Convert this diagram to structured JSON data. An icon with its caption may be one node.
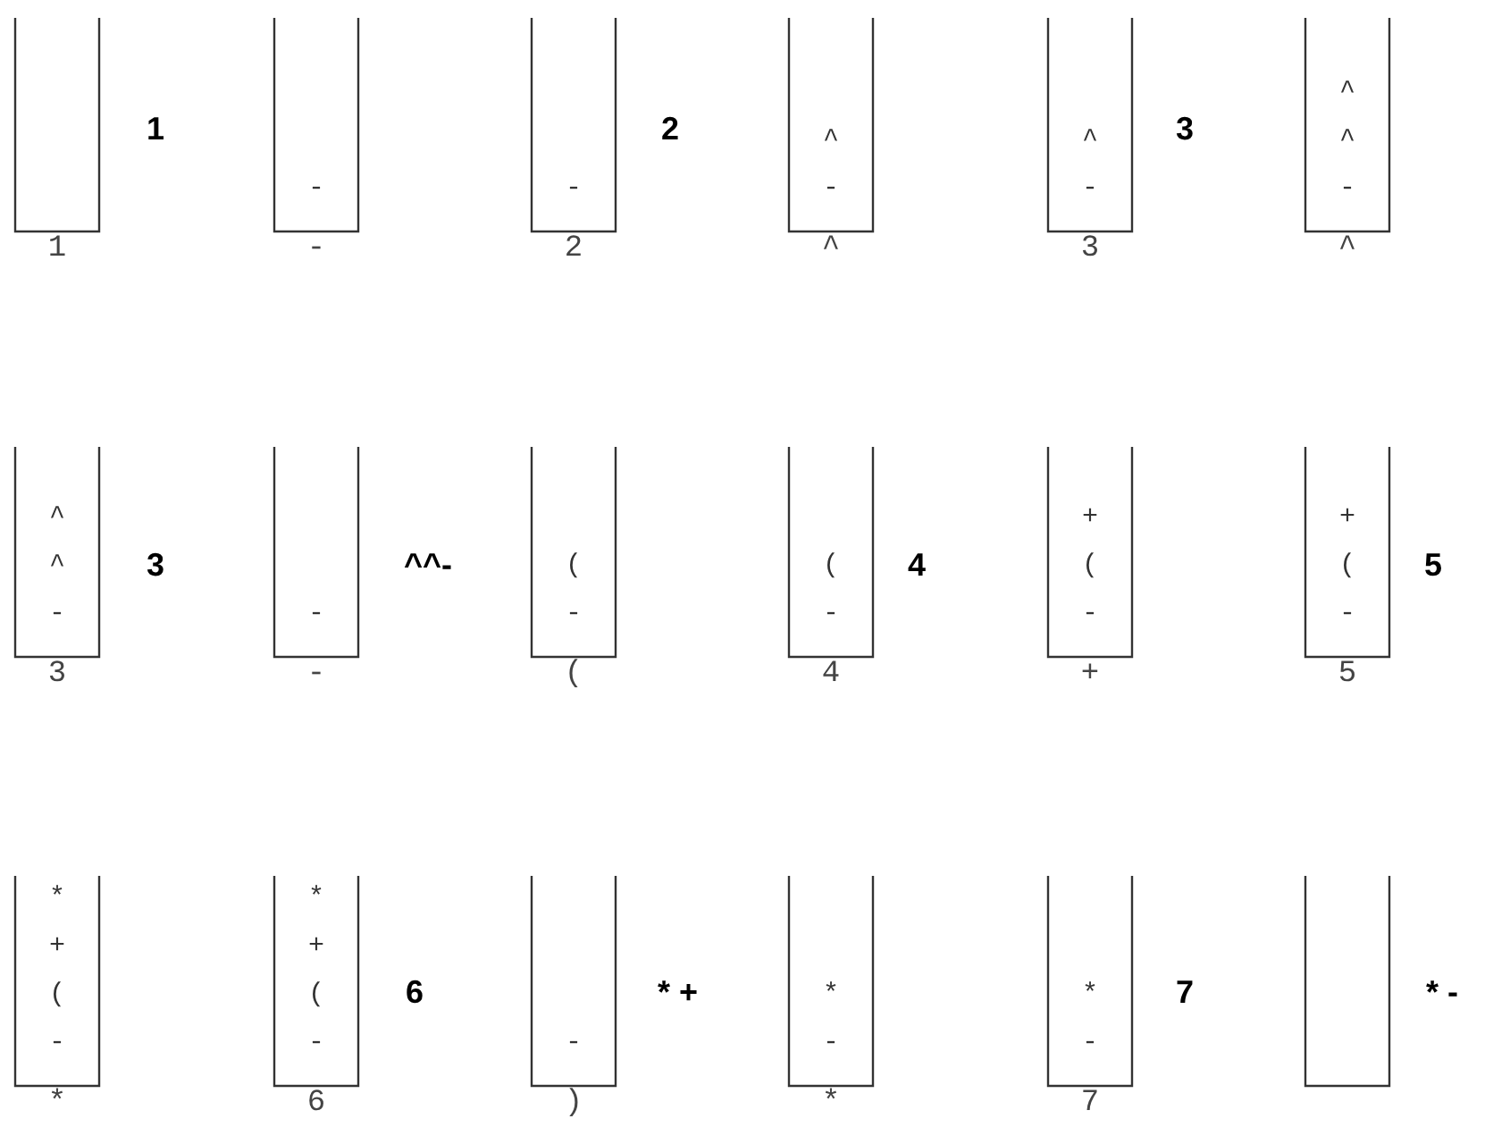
{
  "diagram": {
    "nodes": [
      {
        "text": [],
        "shape": "box"
      },
      {
        "text": [
          "-"
        ]
      },
      {
        "text": [
          "-"
        ]
      },
      {
        "text": [
          "^",
          "-"
        ]
      },
      {
        "text": [
          "^",
          "-"
        ]
      },
      {
        "text": [
          "^",
          "^",
          "-"
        ]
      },
      {
        "text": [
          "^",
          "^",
          "-"
        ]
      },
      {
        "text": [
          "-"
        ]
      },
      {
        "text": [
          "(",
          "-"
        ]
      },
      {
        "text": [
          "(",
          "-"
        ]
      },
      {
        "text": [
          "+",
          "(",
          "-"
        ]
      },
      {
        "text": [
          "+",
          "(",
          "-"
        ]
      },
      {
        "text": [
          "*",
          "+",
          "(",
          "-"
        ]
      },
      {
        "text": [
          "*",
          "+",
          "(",
          "-"
        ]
      },
      {
        "text": [
          "-"
        ]
      },
      {
        "text": [
          "*",
          "-"
        ]
      },
      {
        "text": [
          "*",
          "-"
        ]
      },
      {
        "text": [],
        "shape": "box"
      }
    ],
    "labels": [
      "1",
      "2",
      "3",
      "1",
      "-",
      "2",
      "^",
      "3",
      "^",
      "3",
      "^^-",
      "4",
      "5",
      "3",
      "-",
      "(",
      "4",
      "+",
      "5",
      "6",
      "* +",
      "7",
      "* -",
      "*",
      "6",
      ")",
      "*",
      "7"
    ]
  }
}
